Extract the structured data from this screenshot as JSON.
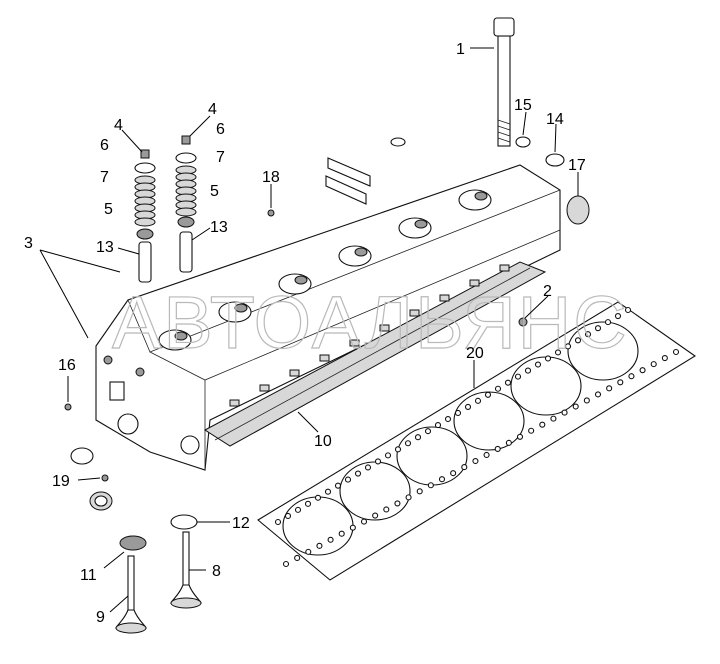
{
  "callouts": [
    {
      "id": "1",
      "text": "1"
    },
    {
      "id": "2",
      "text": "2"
    },
    {
      "id": "3",
      "text": "3"
    },
    {
      "id": "4a",
      "text": "4"
    },
    {
      "id": "4b",
      "text": "4"
    },
    {
      "id": "5a",
      "text": "5"
    },
    {
      "id": "5b",
      "text": "5"
    },
    {
      "id": "6a",
      "text": "6"
    },
    {
      "id": "6b",
      "text": "6"
    },
    {
      "id": "7a",
      "text": "7"
    },
    {
      "id": "7b",
      "text": "7"
    },
    {
      "id": "8",
      "text": "8"
    },
    {
      "id": "9",
      "text": "9"
    },
    {
      "id": "10",
      "text": "10"
    },
    {
      "id": "11",
      "text": "11"
    },
    {
      "id": "12",
      "text": "12"
    },
    {
      "id": "13a",
      "text": "13"
    },
    {
      "id": "13b",
      "text": "13"
    },
    {
      "id": "14",
      "text": "14"
    },
    {
      "id": "15",
      "text": "15"
    },
    {
      "id": "16",
      "text": "16"
    },
    {
      "id": "17",
      "text": "17"
    },
    {
      "id": "18",
      "text": "18"
    },
    {
      "id": "19",
      "text": "19"
    },
    {
      "id": "20",
      "text": "20"
    }
  ],
  "watermark": "АВТОАЛЬЯНС"
}
